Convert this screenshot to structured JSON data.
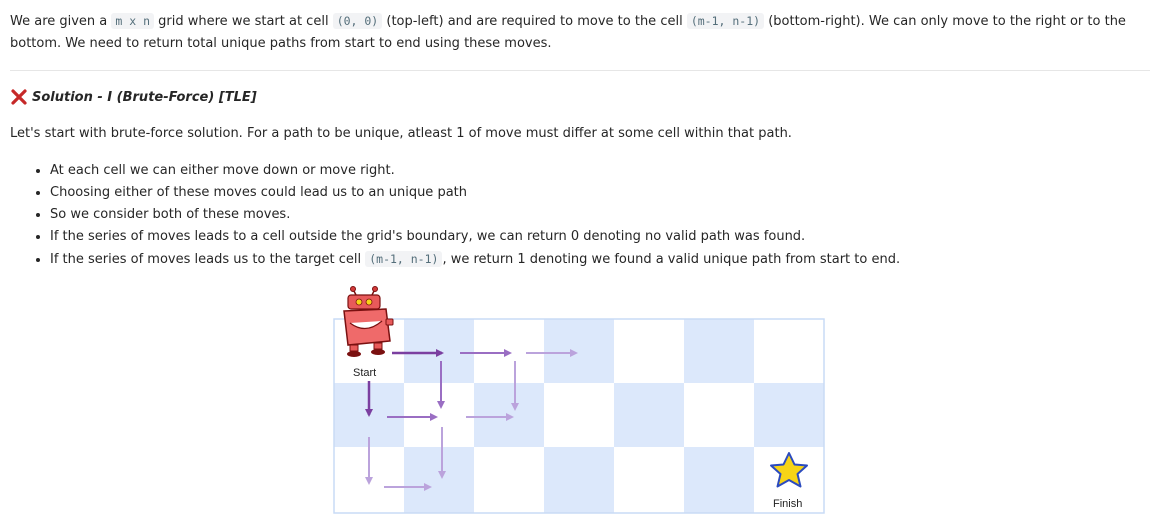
{
  "intro": {
    "t1": "We are given a ",
    "c1": "m x n",
    "t2": " grid where we start at cell ",
    "c2": "(0, 0)",
    "t3": " (top-left) and are required to move to the cell ",
    "c3": "(m-1, n-1)",
    "t4": " (bottom-right). We can only move to the right or to the bottom. We need to return total unique paths from start to end using these moves."
  },
  "solution": {
    "icon": "cross-icon",
    "icon_color": "#c62828",
    "title": "Solution - I (Brute-Force) [TLE]",
    "para": "Let's start with brute-force solution. For a path to be unique, atleast 1 of move must differ at some cell within that path.",
    "bullets": {
      "b1": "At each cell we can either move down or move right.",
      "b2": "Choosing either of these moves could lead us to an unique path",
      "b3": "So we consider both of these moves.",
      "b4": "If the series of moves leads to a cell outside the grid's boundary, we can return 0 denoting no valid path was found.",
      "b5_pre": "If the series of moves leads us to the target cell ",
      "b5_code": "(m-1, n-1)",
      "b5_post": ", we return 1 denoting we found a valid unique path from start to end."
    }
  },
  "figure": {
    "rows": 3,
    "cols": 7,
    "start_label": "Start",
    "finish_label": "Finish",
    "robot_icon": "robot-icon",
    "star_icon": "star-icon",
    "colors": {
      "cell_blue": "#dce8fb",
      "cell_white": "#ffffff",
      "grid_line": "#c9dbf5",
      "arrow_dark": "#7b3fa0",
      "arrow_mid": "#9a6ec3",
      "arrow_light": "#bba3dc",
      "star_fill": "#f7d416",
      "star_stroke": "#2b4bbf"
    }
  }
}
